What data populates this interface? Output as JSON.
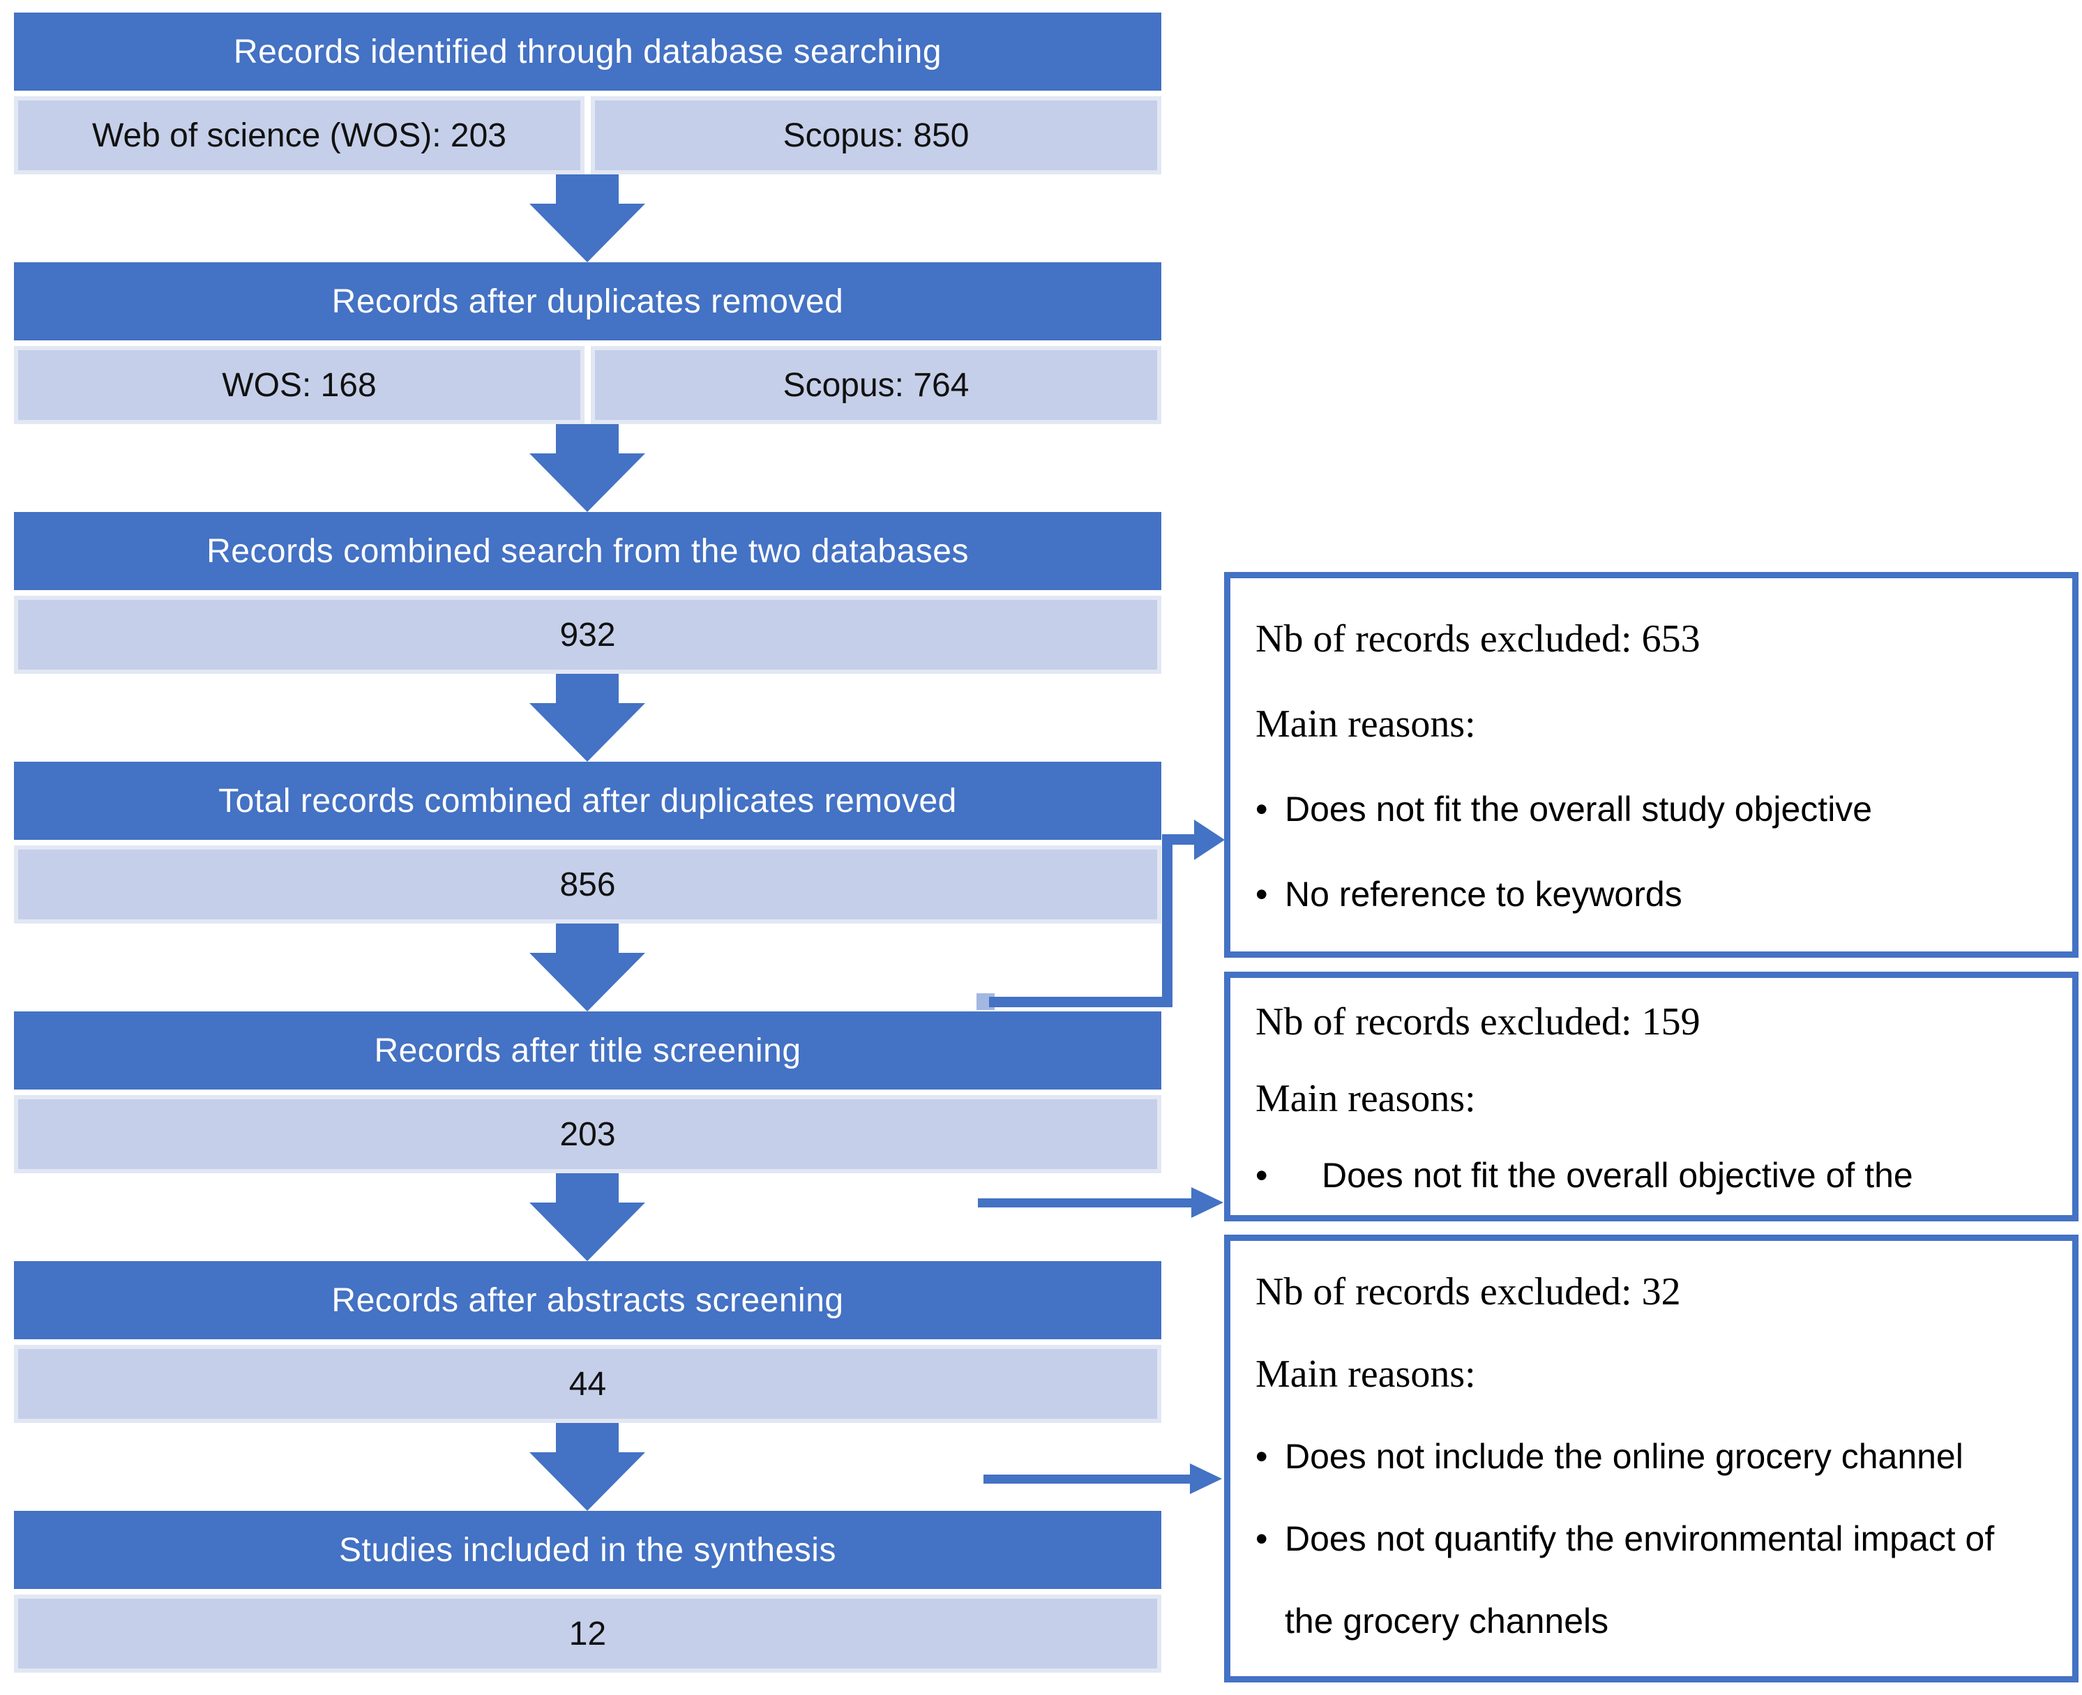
{
  "colors": {
    "primary_blue": "#4472C4",
    "light_row_fill": "#C5CFE9",
    "light_row_edge": "#E2E7F4",
    "text_dark": "#000000",
    "header_text": "#FFFFFF"
  },
  "icons": {
    "bullet": "•",
    "down_arrow": "block-down-arrow",
    "right_arrow": "thin-right-arrow"
  },
  "flow": {
    "stages": [
      {
        "header": "Records identified through database searching",
        "cells": [
          "Web of science (WOS): 203",
          "Scopus: 850"
        ]
      },
      {
        "header": "Records after duplicates removed",
        "cells": [
          "WOS: 168",
          "Scopus: 764"
        ]
      },
      {
        "header": "Records combined search from the two databases",
        "cells": [
          "932"
        ]
      },
      {
        "header": "Total records combined after duplicates removed",
        "cells": [
          "856"
        ]
      },
      {
        "header": "Records after title screening",
        "cells": [
          "203"
        ]
      },
      {
        "header": "Records after abstracts screening",
        "cells": [
          "44"
        ]
      },
      {
        "header": "Studies included in the synthesis",
        "cells": [
          "12"
        ]
      }
    ]
  },
  "exclusion_boxes": [
    {
      "count_line": "Nb of records excluded: 653",
      "reasons_label": "Main reasons:",
      "bullets": [
        "Does not fit the overall study objective",
        "No reference to keywords"
      ]
    },
    {
      "count_line": "Nb of records excluded: 159",
      "reasons_label": "Main reasons:",
      "bullets": [
        "Does not fit the overall objective of the"
      ]
    },
    {
      "count_line": "Nb of records excluded: 32",
      "reasons_label": "Main reasons:",
      "bullets": [
        "Does not include the online grocery channel",
        "Does not quantify the environmental impact of the grocery channels"
      ]
    }
  ]
}
